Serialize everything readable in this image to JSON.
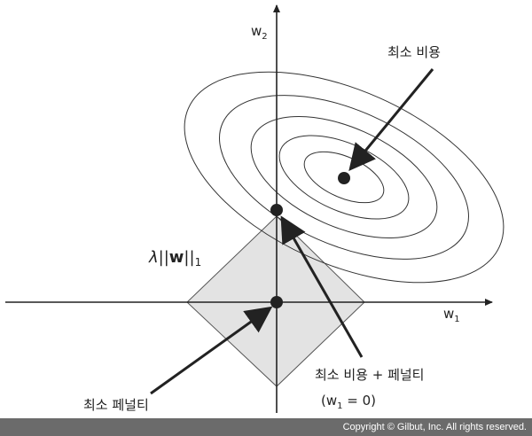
{
  "axes": {
    "x_label": "w",
    "x_sub": "1",
    "y_label": "w",
    "y_sub": "2"
  },
  "labels": {
    "min_cost": "최소 비용",
    "penalty_norm_lambda": "λ||",
    "penalty_norm_w": "w",
    "penalty_norm_bars": "||",
    "penalty_norm_sub": "1",
    "cost_plus_penalty": "최소 비용 + 페널티",
    "cond_open": "(w",
    "cond_sub": "1",
    "cond_close": " = 0)",
    "min_penalty": "최소 페널티"
  },
  "footer": {
    "copyright": "Copyright © Gilbut, Inc. All rights reserved."
  },
  "colors": {
    "diamond_fill": "#e3e3e3",
    "line": "#222222",
    "footer_bg": "#6b6b6b"
  }
}
